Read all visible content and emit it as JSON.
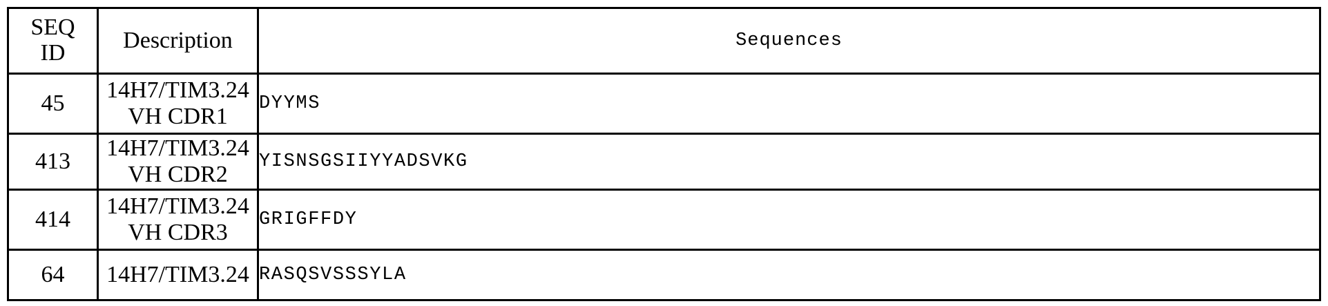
{
  "table": {
    "headers": {
      "seq_id_line1": "SEQ",
      "seq_id_line2": "ID",
      "description": "Description",
      "sequences": "Sequences"
    },
    "rows": [
      {
        "seq_id": "45",
        "description_line1": "14H7/TIM3.24",
        "description_line2": "VH CDR1",
        "sequence": "DYYMS"
      },
      {
        "seq_id": "413",
        "description_line1": "14H7/TIM3.24",
        "description_line2": "VH CDR2",
        "sequence": "YISNSGSIIYYADSVKG"
      },
      {
        "seq_id": "414",
        "description_line1": "14H7/TIM3.24",
        "description_line2": "VH CDR3",
        "sequence": "GRIGFFDY"
      },
      {
        "seq_id": "64",
        "description_line1": "14H7/TIM3.24",
        "description_line2": "",
        "sequence": "RASQSVSSSYLA"
      }
    ]
  },
  "colors": {
    "border": "#000000",
    "text": "#000000",
    "background": "#ffffff"
  }
}
